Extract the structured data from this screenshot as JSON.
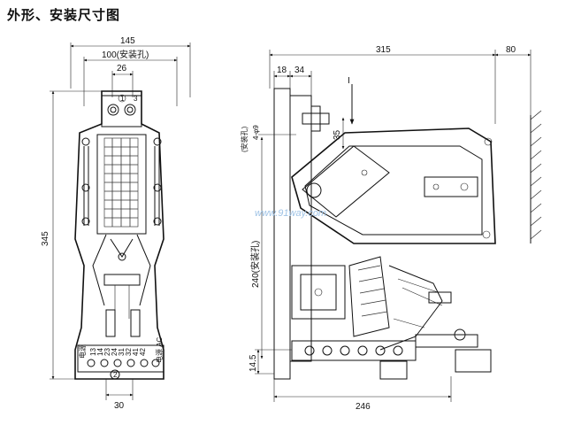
{
  "title": "外形、安装尺寸图",
  "watermark": "www.91way.com",
  "front_view": {
    "dim_total_width": "145",
    "dim_mount_holes": "100(安装孔)",
    "dim_top_terminal": "26",
    "dim_height": "345",
    "dim_bottom_terminal": "30",
    "terminal_top_left": "1",
    "terminal_top_right": "3",
    "terminal_bottom": "2",
    "label_power_left": "电源",
    "label_power_right": "电源 AC",
    "terminal_numbers_left": [
      "13",
      "23",
      "31",
      "41"
    ],
    "terminal_numbers_right": [
      "14",
      "24",
      "32",
      "42"
    ]
  },
  "side_view": {
    "dim_width": "315",
    "dim_clearance": "80",
    "dim_18": "18",
    "dim_34": "34",
    "dim_35": "35",
    "dim_hole": "4-φ9",
    "dim_hole_note": "(安装孔)",
    "dim_240": "240(安装孔)",
    "dim_14_5": "14.5",
    "dim_246": "246",
    "arrow_label": "I"
  }
}
